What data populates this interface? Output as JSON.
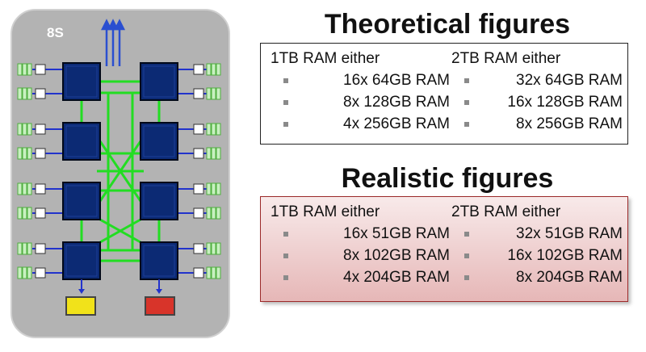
{
  "diagram": {
    "label": "8S",
    "colors": {
      "cpu": "#0c2a74",
      "link": "#22dd22",
      "memory_bus": "#2233cc",
      "board": "#b3b3b3",
      "io_left": "#f1e21a",
      "io_right": "#d8342a"
    }
  },
  "theoretical": {
    "title": "Theoretical figures",
    "columns": [
      {
        "heading": "1TB RAM either",
        "items": [
          "16x 64GB RAM",
          "8x 128GB RAM",
          "4x 256GB RAM"
        ]
      },
      {
        "heading": "2TB RAM either",
        "items": [
          "32x 64GB RAM",
          "16x 128GB RAM",
          "8x 256GB RAM"
        ]
      }
    ]
  },
  "realistic": {
    "title": "Realistic figures",
    "columns": [
      {
        "heading": "1TB RAM either",
        "items": [
          "16x 51GB RAM",
          "8x 102GB RAM",
          "4x 204GB RAM"
        ]
      },
      {
        "heading": "2TB RAM either",
        "items": [
          "32x 51GB RAM",
          "16x 102GB RAM",
          "8x 204GB RAM"
        ]
      }
    ]
  }
}
